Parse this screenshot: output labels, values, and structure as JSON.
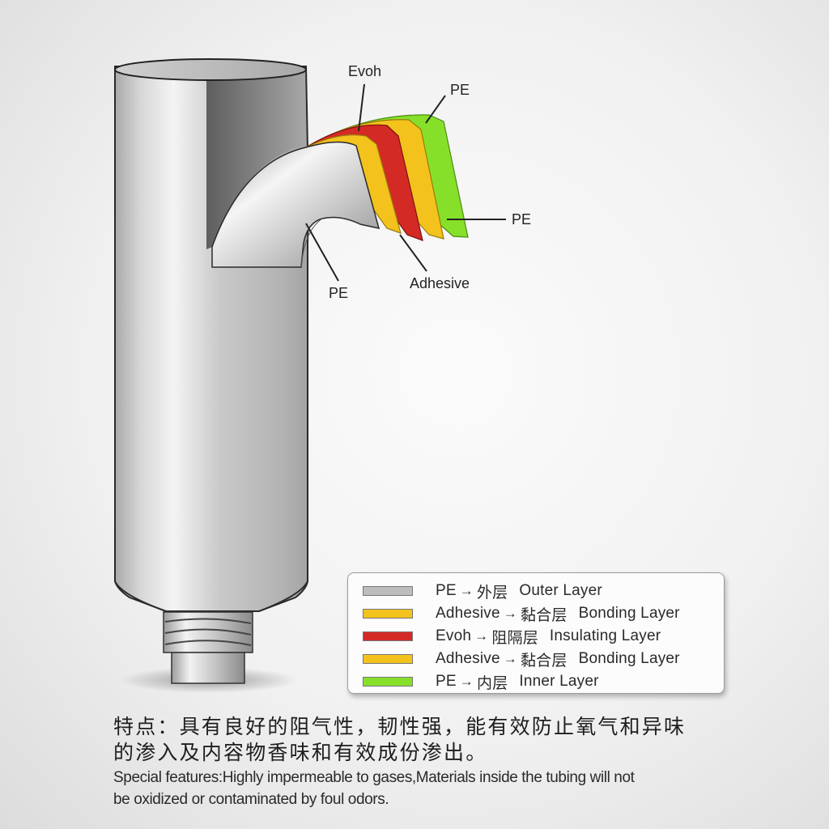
{
  "diagram": {
    "subject": "Multi-layer EVOH barrier tube cross-section",
    "callouts": {
      "evoh": "Evoh",
      "pe_top": "PE",
      "pe_right": "PE",
      "pe_inner_curve": "PE",
      "adhesive": "Adhesive"
    },
    "layer_colors": {
      "outer_pe": "#bdbdbd",
      "adhesive": "#f3c21c",
      "evoh": "#d42a25",
      "inner_pe": "#86e02a"
    }
  },
  "legend": {
    "items": [
      {
        "material": "PE",
        "zh": "外层",
        "en": "Outer Layer",
        "color": "#bdbdbd"
      },
      {
        "material": "Adhesive",
        "zh": "黏合层",
        "en": "Bonding Layer",
        "color": "#f3c21c"
      },
      {
        "material": "Evoh",
        "zh": "阻隔层",
        "en": "Insulating Layer",
        "color": "#d42a25"
      },
      {
        "material": "Adhesive",
        "zh": "黏合层",
        "en": "Bonding Layer",
        "color": "#f3c21c"
      },
      {
        "material": "PE",
        "zh": "内层",
        "en": "Inner Layer",
        "color": "#86e02a"
      }
    ],
    "arrow": "→"
  },
  "notes": {
    "zh_line1": "特点：具有良好的阻气性，韧性强，能有效防止氧气和异味",
    "zh_line2": "的渗入及内容物香味和有效成份渗出。",
    "en_line1": "Special features:Highly impermeable to gases,Materials inside the tubing will not",
    "en_line2": "be oxidized or contaminated by foul odors."
  }
}
